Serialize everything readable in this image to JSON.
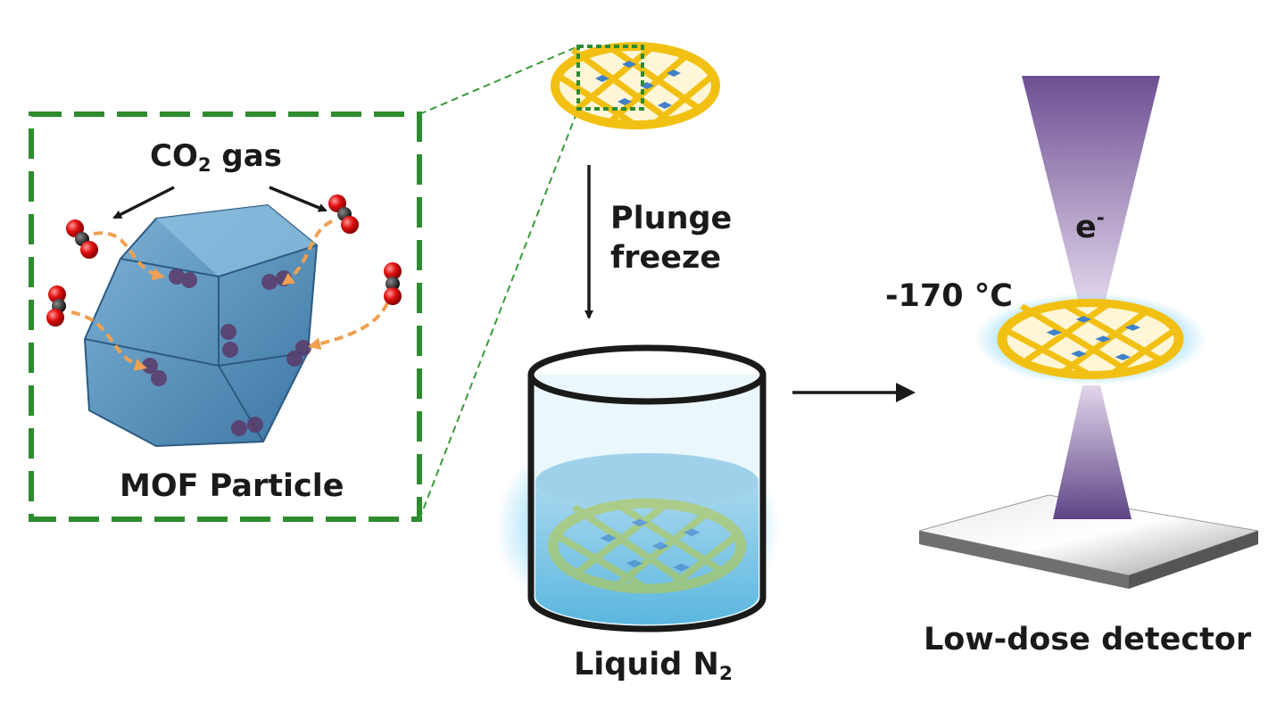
{
  "labels": {
    "co2_gas": {
      "base": "CO",
      "sub": "2",
      "rest": " gas"
    },
    "mof_particle": "MOF Particle",
    "plunge_freeze_line1": "Plunge",
    "plunge_freeze_line2": "freeze",
    "liquid_n2": {
      "base": "Liquid N",
      "sub": "2"
    },
    "temperature": "-170 °C",
    "electron": {
      "base": "e",
      "sup": "-"
    },
    "low_dose_detector": "Low-dose detector"
  },
  "icons": [
    "co2-molecule-icon",
    "tem-grid-icon",
    "liquid-nitrogen-dewar-icon",
    "electron-beam-icon",
    "detector-plate-icon",
    "mof-crystal-icon"
  ],
  "colors": {
    "inset_border": "#2e8b2e",
    "grid_gold": "#f2c012",
    "crystal_blue": "#4a88b8",
    "arrow_orange": "#f0a050",
    "oxygen_red": "#dd1111",
    "carbon_dark": "#222222",
    "beam_purple": "#6b4d8f",
    "nitrogen_glow": "#66c8f0",
    "detector_gray": "#b0b0b0"
  }
}
